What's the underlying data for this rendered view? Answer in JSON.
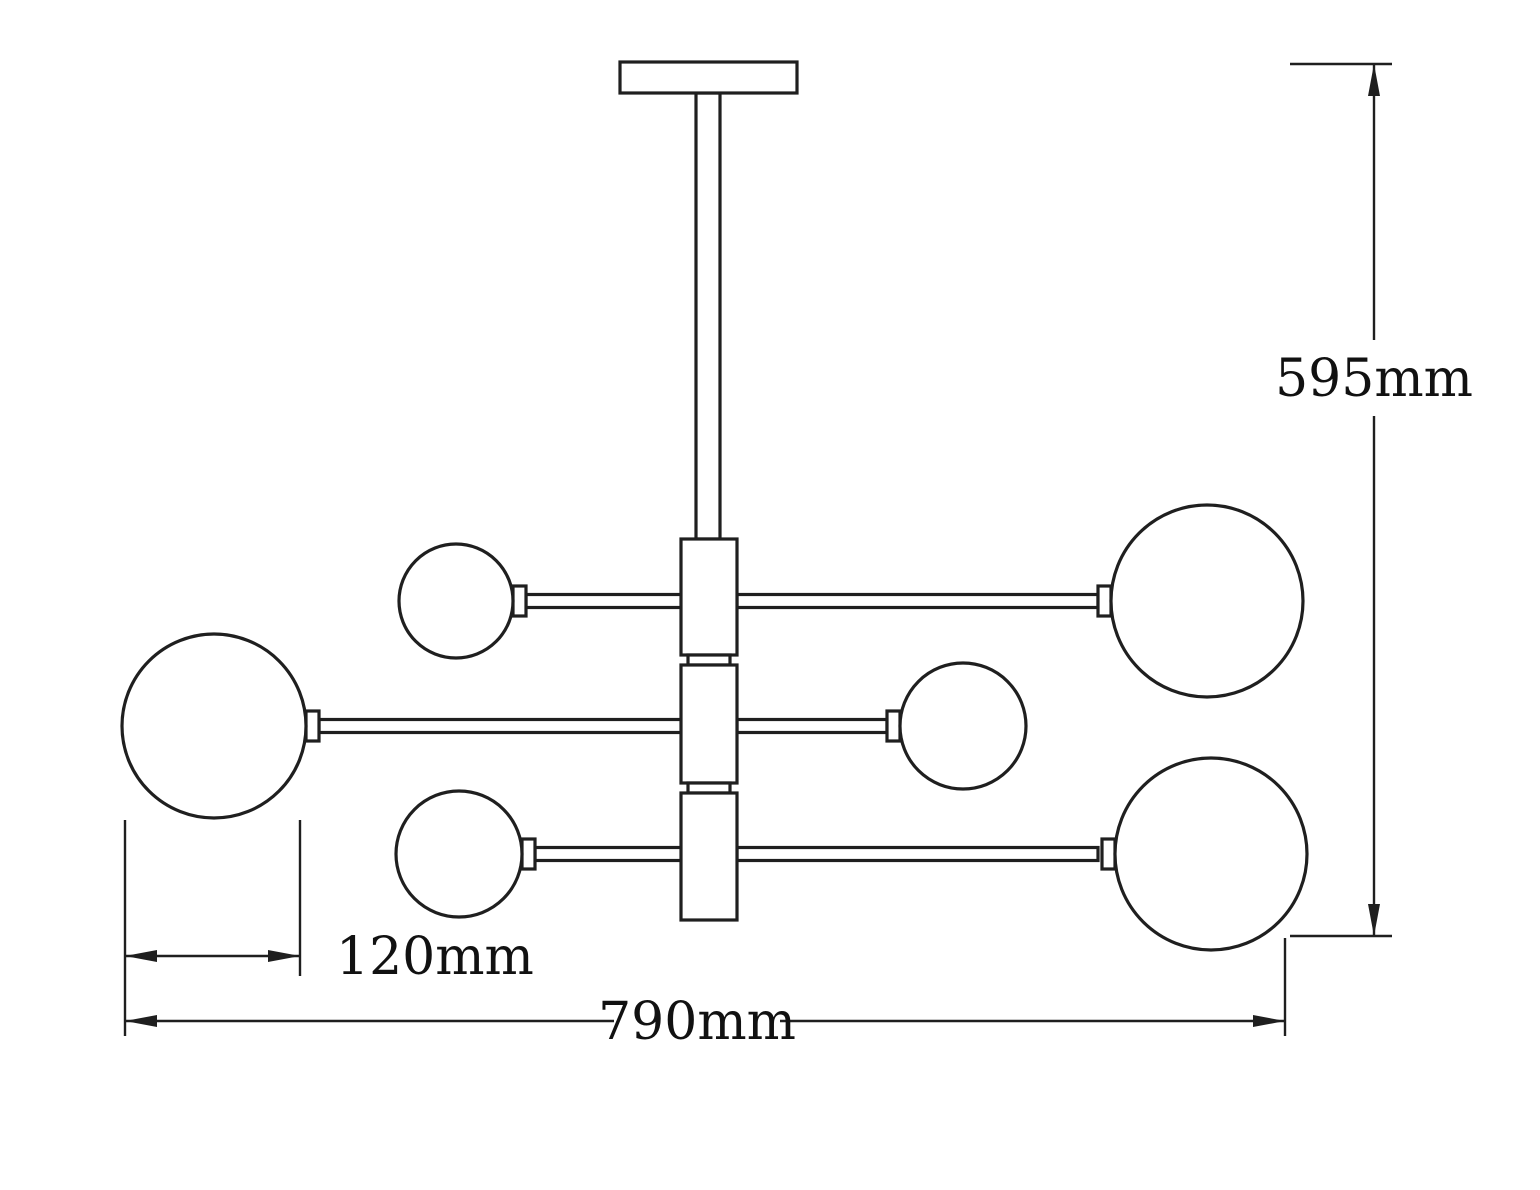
{
  "diagram": {
    "kind": "technical-dimension-drawing",
    "globe_count": 6,
    "colors": {
      "line": "#1f1f1f",
      "background": "#ffffff"
    },
    "dimensions": {
      "height": {
        "value": 595,
        "unit": "mm",
        "label": "595mm"
      },
      "globe_diameter": {
        "value": 120,
        "unit": "mm",
        "label": "120mm"
      },
      "width": {
        "value": 790,
        "unit": "mm",
        "label": "790mm"
      }
    }
  }
}
